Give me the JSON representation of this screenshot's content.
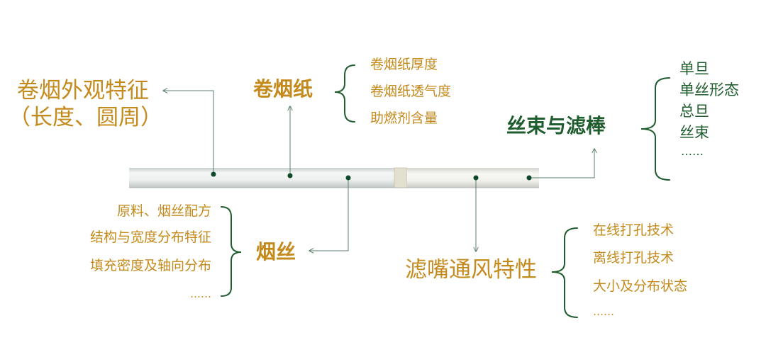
{
  "colors": {
    "accent_brown": "#c48a1c",
    "accent_green": "#1f5c2e",
    "connector": "#5b7f6a"
  },
  "appearance": {
    "line1": "卷烟外观特征",
    "line2": "（长度、圆周）"
  },
  "paper": {
    "title": "卷烟纸",
    "items": [
      "卷烟纸厚度",
      "卷烟纸透气度",
      "助燃剂含量"
    ]
  },
  "tobacco": {
    "title": "烟丝",
    "items": [
      "原料、烟丝配方",
      "结构与宽度分布特征",
      "填充密度及轴向分布",
      "……"
    ]
  },
  "tow": {
    "title": "丝束与滤棒",
    "items": [
      "单旦",
      "单丝形态",
      "总旦",
      "丝束",
      "……"
    ]
  },
  "ventilation": {
    "title": "滤嘴通风特性",
    "items": [
      "在线打孔技术",
      "离线打孔技术",
      "大小及分布状态",
      "……"
    ]
  }
}
